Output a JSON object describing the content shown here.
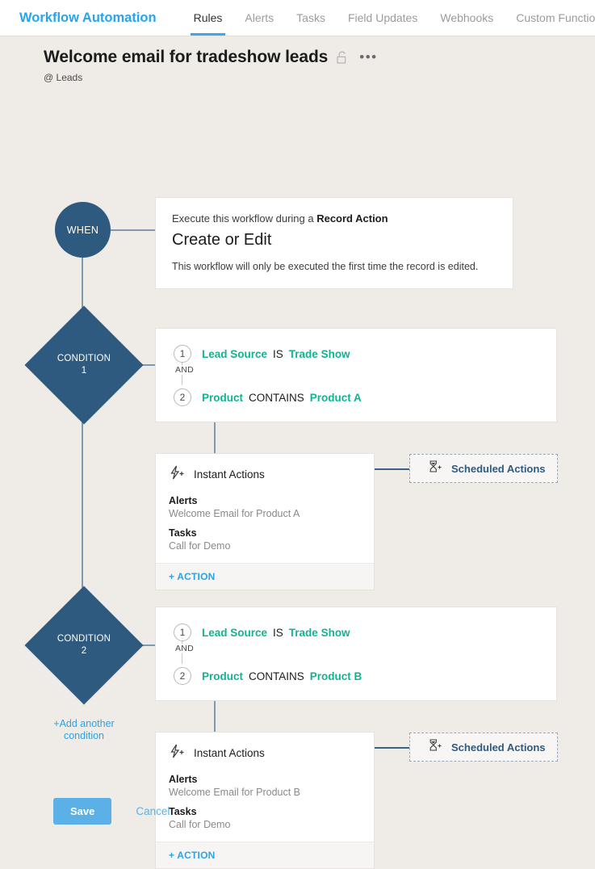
{
  "nav": {
    "brand": "Workflow Automation",
    "tabs": [
      {
        "label": "Rules",
        "active": true
      },
      {
        "label": "Alerts",
        "active": false
      },
      {
        "label": "Tasks",
        "active": false
      },
      {
        "label": "Field Updates",
        "active": false
      },
      {
        "label": "Webhooks",
        "active": false
      },
      {
        "label": "Custom Functions",
        "active": false
      }
    ]
  },
  "header": {
    "title": "Welcome email for tradeshow leads",
    "lock_icon": "unlock-icon",
    "more_icon": "•••",
    "module": "@ Leads"
  },
  "when": {
    "node_label": "WHEN",
    "prefix": "Execute this workflow during a ",
    "prefix_bold": "Record Action",
    "action": "Create or Edit",
    "note": "This workflow will only be executed the first time the record is edited."
  },
  "conditions": [
    {
      "node_label_line1": "CONDITION",
      "node_label_line2": "1",
      "criteria": [
        {
          "num": "1",
          "field": "Lead Source",
          "operator": "IS",
          "value": "Trade Show"
        },
        {
          "num": "2",
          "field": "Product",
          "operator": "CONTAINS",
          "value": "Product A"
        }
      ],
      "join": "AND",
      "instant": {
        "icon": "lightning-plus-icon",
        "title": "Instant Actions",
        "groups": [
          {
            "label": "Alerts",
            "value": "Welcome Email for Product A"
          },
          {
            "label": "Tasks",
            "value": "Call for Demo"
          }
        ],
        "add_action": "+ ACTION"
      },
      "scheduled": {
        "icon": "hourglass-plus-icon",
        "title": "Scheduled Actions"
      }
    },
    {
      "node_label_line1": "CONDITION",
      "node_label_line2": "2",
      "criteria": [
        {
          "num": "1",
          "field": "Lead Source",
          "operator": "IS",
          "value": "Trade Show"
        },
        {
          "num": "2",
          "field": "Product",
          "operator": "CONTAINS",
          "value": "Product B"
        }
      ],
      "join": "AND",
      "instant": {
        "icon": "lightning-plus-icon",
        "title": "Instant Actions",
        "groups": [
          {
            "label": "Alerts",
            "value": "Welcome Email for Product B"
          },
          {
            "label": "Tasks",
            "value": "Call for Demo"
          }
        ],
        "add_action": "+ ACTION"
      },
      "scheduled": {
        "icon": "hourglass-plus-icon",
        "title": "Scheduled Actions"
      }
    }
  ],
  "add_condition": {
    "line1": "+Add another",
    "line2": "condition"
  },
  "footer": {
    "save": "Save",
    "cancel": "Cancel"
  },
  "colors": {
    "background": "#efebe6",
    "brand_blue": "#2aa3e8",
    "node_navy": "#2e5a80",
    "connector": "#7e9ab1",
    "criteria_green": "#12b391",
    "save_blue": "#5bb0e8"
  }
}
